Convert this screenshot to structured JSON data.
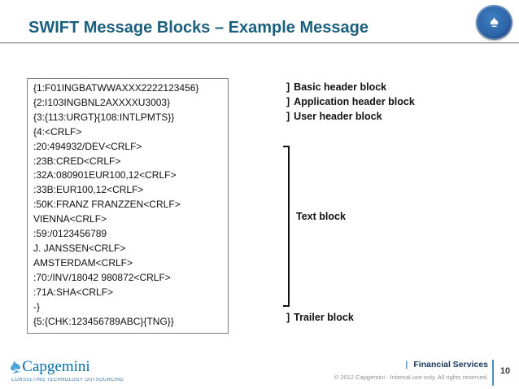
{
  "slide": {
    "title": "SWIFT Message Blocks – Example Message",
    "page_number": "10"
  },
  "message_box": {
    "lines": [
      "{1:F01INGBATWWAXXX2222123456}",
      "{2:I103INGBNL2AXXXXU3003}",
      "{3:{113:URGT}{108:INTLPMTS}}",
      "{4:<CRLF>",
      ":20:494932/DEV<CRLF>",
      ":23B:CRED<CRLF>",
      ":32A:080901EUR100,12<CRLF>",
      ":33B:EUR100,12<CRLF>",
      ":50K:FRANZ FRANZZEN<CRLF>",
      "VIENNA<CRLF>",
      ":59:/0123456789",
      "J. JANSSEN<CRLF>",
      "AMSTERDAM<CRLF>",
      ":70:/INV/18042 980872<CRLF>",
      ":71A:SHA<CRLF>",
      "-}",
      "{5:{CHK:123456789ABC}{TNG}}"
    ]
  },
  "annotations": {
    "bracket_glyph": "]",
    "header_labels": [
      "Basic header block",
      "Application header block",
      "User header block"
    ],
    "text_block_label": "Text block",
    "trailer_label": "Trailer block"
  },
  "footer": {
    "logo_text": "Capgemini",
    "logo_tagline": "CONSULTING TECHNOLOGY OUTSOURCING",
    "division_separator": "|",
    "division": "Financial Services",
    "copyright": "© 2012 Capgemini - Internal use only. All rights reserved."
  },
  "icons": {
    "spade": "♠"
  },
  "colors": {
    "title_teal": "#1a5f7e",
    "brand_blue": "#0070ad",
    "division_navy": "#17365d",
    "accent_blue_line": "#4a90c8",
    "rule_gray": "#8f8f8f"
  }
}
